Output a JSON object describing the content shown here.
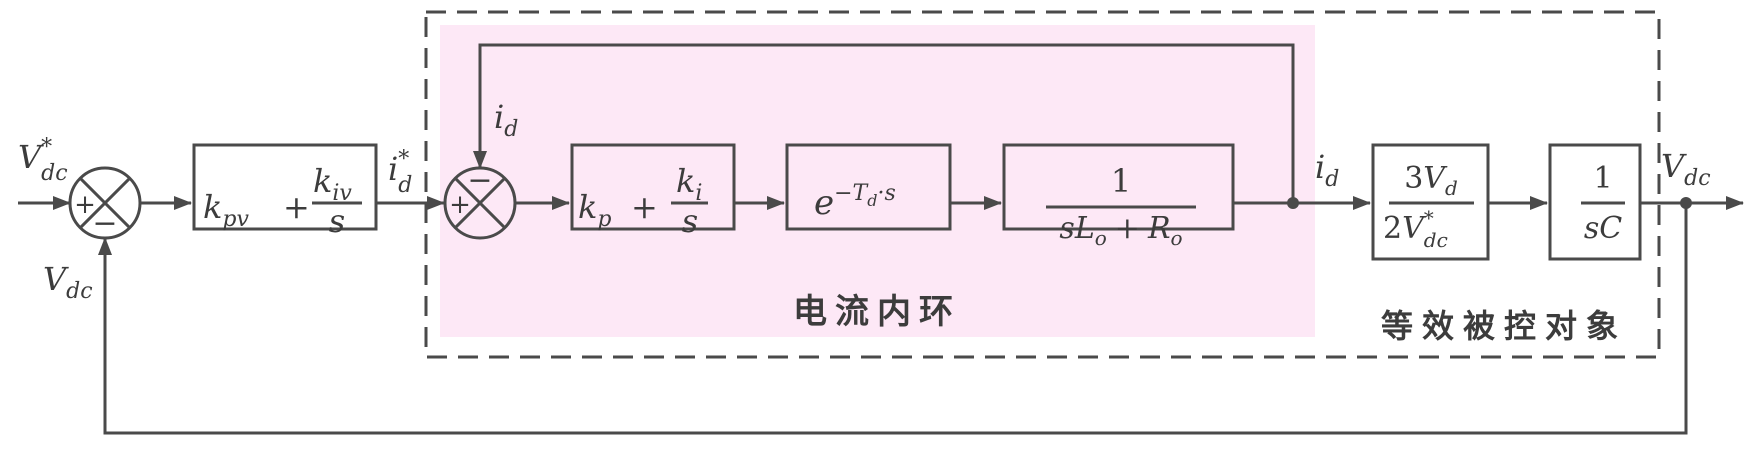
{
  "colors": {
    "stroke": "#4a4a4a",
    "inner_loop_fill": "#fde8f6",
    "text": "#3c3c3c"
  },
  "signals": {
    "ref": {
      "base": "V",
      "sup": "*",
      "sub": "dc"
    },
    "feedback": {
      "base": "V",
      "sub": "dc"
    },
    "current_ref": {
      "base": "i",
      "sup": "*",
      "sub": "d"
    },
    "current_fb": {
      "base": "i",
      "sub": "d"
    },
    "current_out": {
      "base": "i",
      "sub": "d"
    },
    "output": {
      "base": "V",
      "sub": "dc"
    }
  },
  "junctions": {
    "outer": {
      "plus": "+",
      "minus": "−"
    },
    "inner": {
      "plus": "+",
      "minus": "−"
    }
  },
  "blocks": {
    "voltage_pi": {
      "kp": "k",
      "kp_sub": "pv",
      "plus": "+",
      "ki": "k",
      "ki_sub": "iv",
      "s": "s"
    },
    "current_pi": {
      "kp": "k",
      "kp_sub": "p",
      "plus": "+",
      "ki": "k",
      "ki_sub": "i",
      "s": "s"
    },
    "delay": {
      "base": "e",
      "exp_pre": "−T",
      "exp_sub": "d",
      "exp_post": "·s"
    },
    "plant_rl": {
      "num": "1",
      "s": "s",
      "L": "L",
      "L_sub": "o",
      "plus": "+",
      "R": "R",
      "R_sub": "o"
    },
    "gain": {
      "num_coef": "3",
      "num_V": "V",
      "num_sub": "d",
      "den_coef": "2",
      "den_V": "V",
      "den_sup": "*",
      "den_sub": "dc"
    },
    "capacitor": {
      "num": "1",
      "den": "sC"
    }
  },
  "labels": {
    "inner_loop": "电流内环",
    "equivalent_plant": "等效被控对象"
  }
}
